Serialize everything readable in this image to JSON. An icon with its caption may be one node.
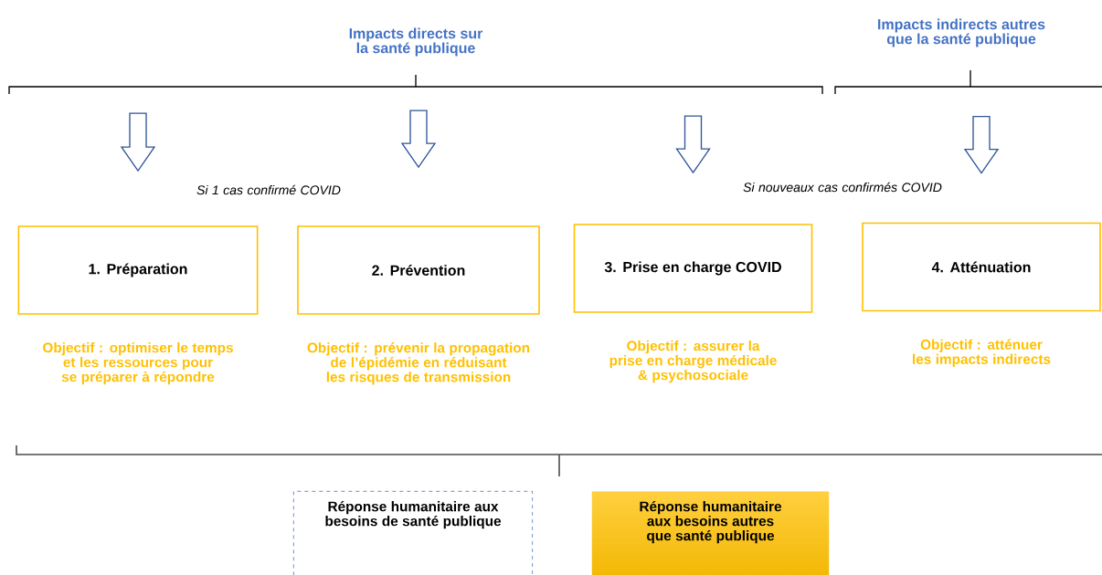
{
  "diagram": {
    "nodes": [
      {
        "text": [
          "1. Préparation"
        ],
        "beside": [
          "Objectif : optimiser le temps et les ressources pour se préparer à répondre"
        ]
      },
      {
        "text": [
          "2. Prévention"
        ],
        "beside": [
          "Objectif : prévenir la propagation de l’épidémie en réduisant les risques de transmission"
        ]
      },
      {
        "text": [
          "3. Prise en charge COVID"
        ],
        "beside": [
          "Objectif : assurer la prise en charge médicale & psychosociale"
        ]
      },
      {
        "text": [
          "4. Atténuation"
        ],
        "beside": [
          "Objectif : atténuer les impacts indirects"
        ]
      },
      {
        "text": [
          "Réponse humanitaire aux besoins de santé publique"
        ]
      },
      {
        "text": [
          "Réponse humanitaire aux besoins autres que santé publique"
        ]
      }
    ],
    "labels": [
      "Impacts directs sur la santé publique",
      "Impacts indirects autres que la santé publique",
      "Si 1 cas confirmé COVID",
      "Si nouveaux cas confirmés COVID"
    ]
  }
}
